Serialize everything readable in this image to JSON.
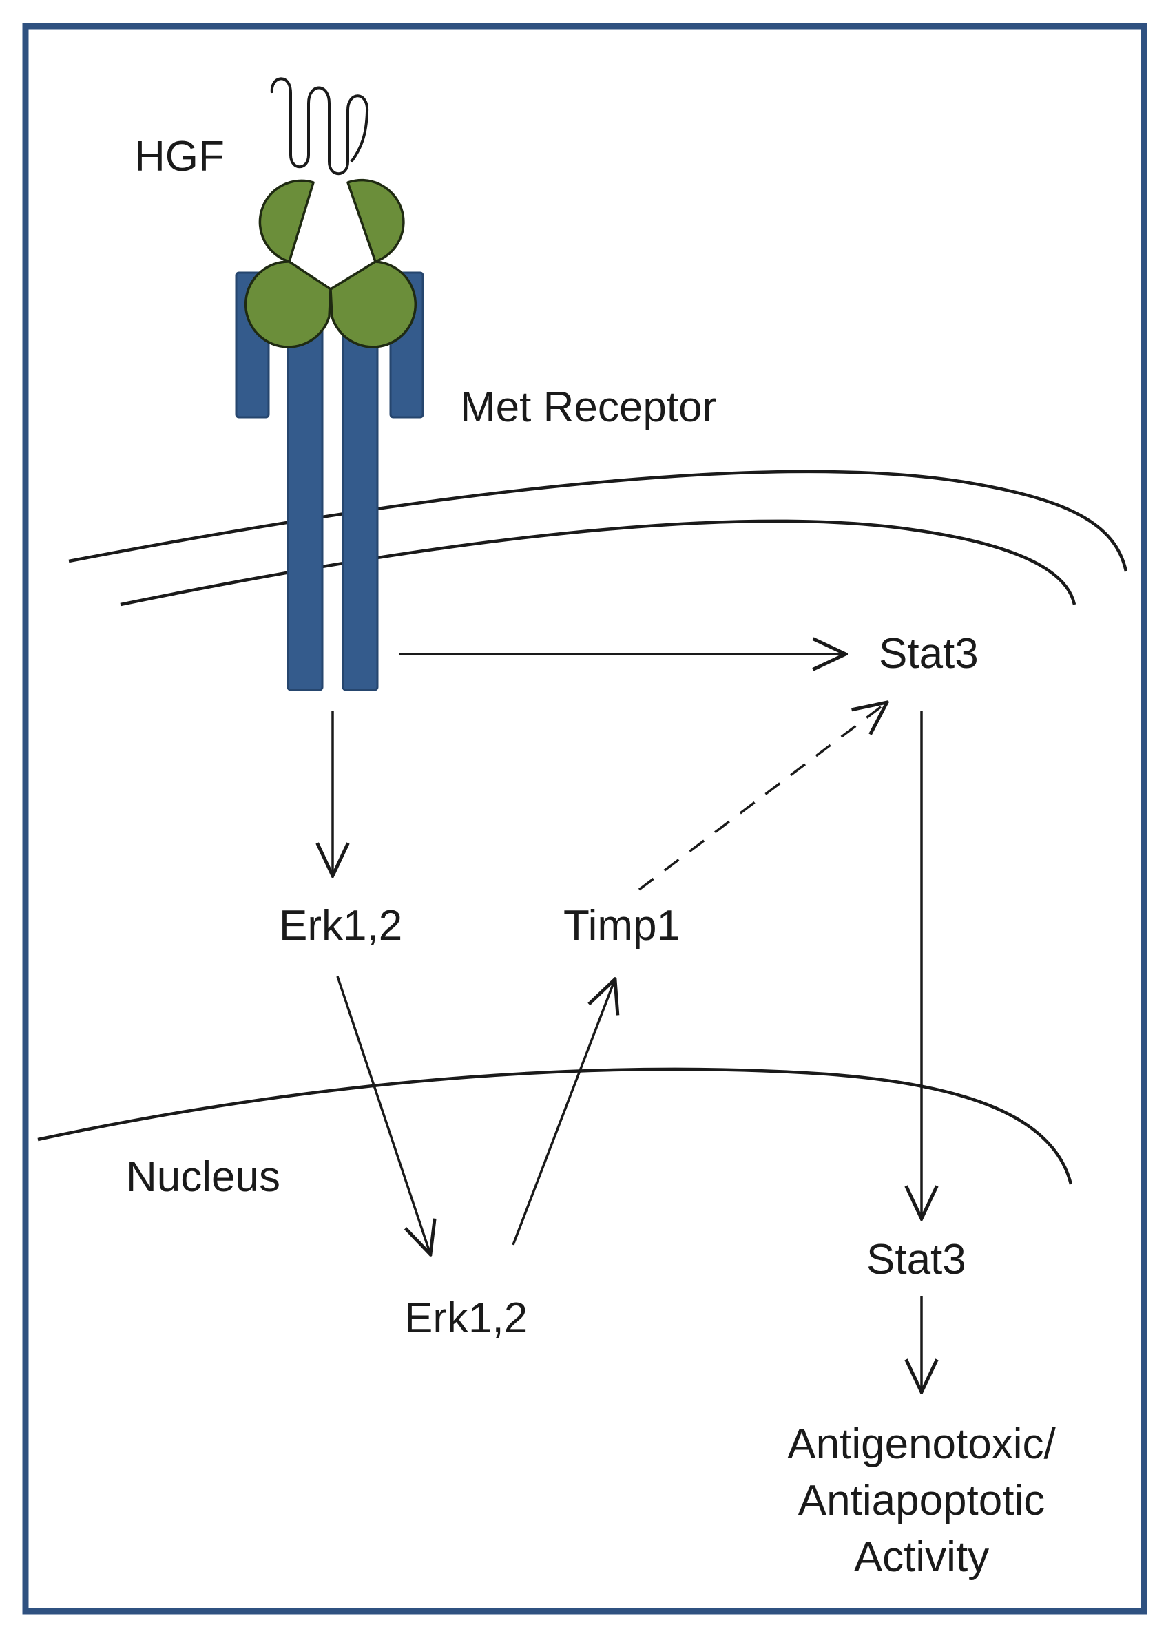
{
  "labels": {
    "hgf": "HGF",
    "met_receptor": "Met Receptor",
    "stat3_cyto": "Stat3",
    "erk_cyto": "Erk1,2",
    "timp1": "Timp1",
    "nucleus": "Nucleus",
    "erk_nuc": "Erk1,2",
    "stat3_nuc": "Stat3",
    "activity_line1": "Antigenotoxic/",
    "activity_line2": "Antiapoptotic",
    "activity_line3": "Activity"
  },
  "colors": {
    "frame": "#2f5180",
    "receptor": "#345b8c",
    "receptor_outline": "#26466e",
    "ligand": "#6b8e3a",
    "ligand_outline": "#1f2a12",
    "line": "#1a1a1a"
  },
  "icons": {
    "ligand": "hgf-ligand-icon",
    "receptor": "met-receptor-icon"
  }
}
